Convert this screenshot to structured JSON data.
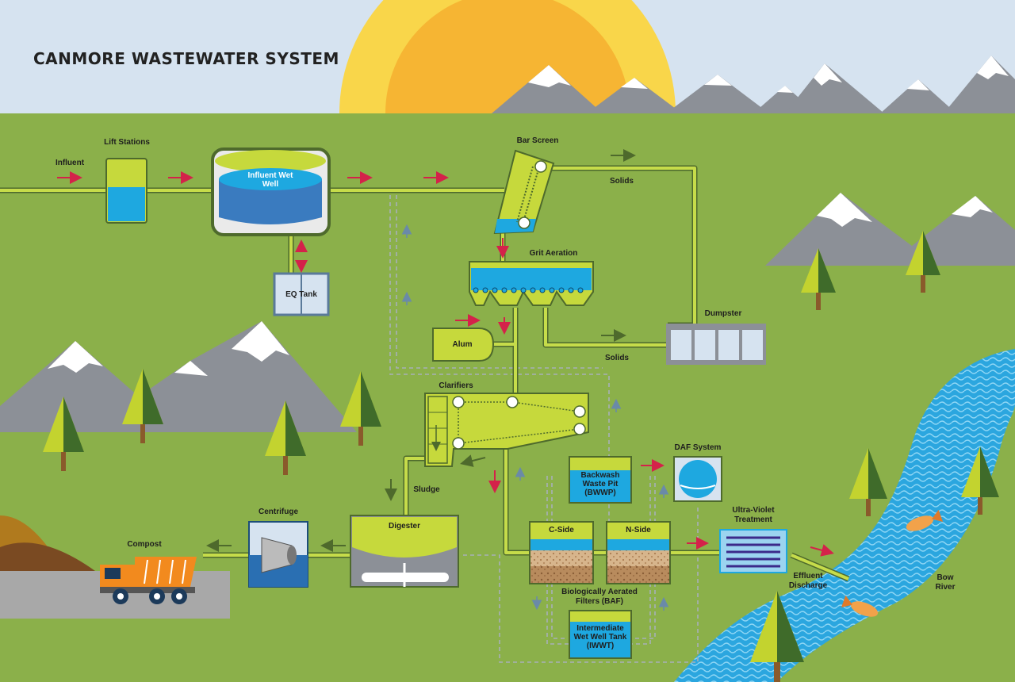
{
  "title": "CANMORE WASTEWATER SYSTEM",
  "labels": {
    "influent": "Influent",
    "lift_stations": "Lift Stations",
    "influent_wet_well": "Influent Wet Well",
    "eq_tank": "EQ Tank",
    "bar_screen": "Bar Screen",
    "solids_top": "Solids",
    "grit_aeration": "Grit Aeration",
    "dumpster": "Dumpster",
    "alum": "Alum",
    "solids_bottom": "Solids",
    "clarifiers": "Clarifiers",
    "sludge": "Sludge",
    "digester": "Digester",
    "centrifuge": "Centrifuge",
    "compost": "Compost",
    "backwash": "Backwash Waste Pit (BWWP)",
    "daf": "DAF System",
    "c_side": "C-Side",
    "n_side": "N-Side",
    "baf": "Biologically Aerated Filters (BAF)",
    "iwwt": "Intermediate Wet Well Tank (IWWT)",
    "uv": "Ultra-Violet Treatment",
    "effluent": "Effluent Discharge",
    "bow_river": "Bow River"
  },
  "colors": {
    "sky": "#d6e3f0",
    "grass": "#8bb04a",
    "pipe": "#c6dc4a",
    "tank_lime": "#c6d93c",
    "water": "#1ea8e0",
    "arrow_red": "#d4224a",
    "arrow_green": "#4e6a2c",
    "mountain": "#8c9097",
    "sun": "#f7c736",
    "river": "#2ba6df"
  }
}
